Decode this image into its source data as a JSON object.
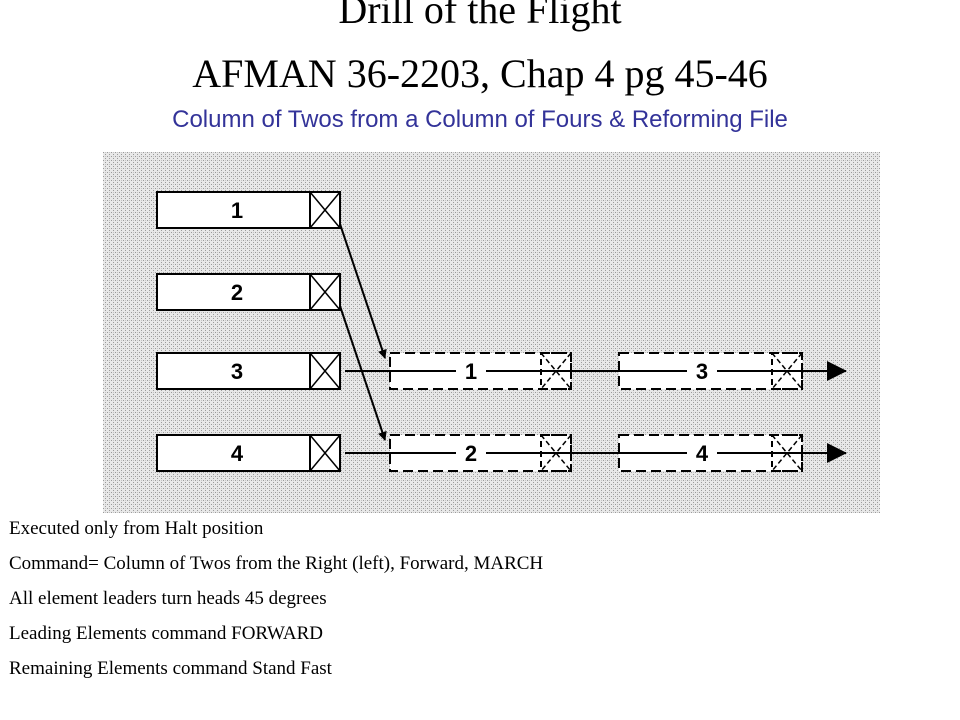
{
  "slide": {
    "title_line1": "Drill of the Flight",
    "title_line2": "AFMAN 36-2203, Chap 4 pg 45-46",
    "subtitle": "Column of Twos from a Column of Fours & Reforming File",
    "subtitle_color": "#333399"
  },
  "diagram": {
    "background_pattern": "gray-stipple",
    "left_elements": [
      {
        "label": "1"
      },
      {
        "label": "2"
      },
      {
        "label": "3"
      },
      {
        "label": "4"
      }
    ],
    "top_row": [
      {
        "label": "1"
      },
      {
        "label": "3"
      }
    ],
    "bottom_row": [
      {
        "label": "2"
      },
      {
        "label": "4"
      }
    ]
  },
  "bullets": [
    "Executed only from Halt position",
    "Command= Column of Twos from the Right (left), Forward, MARCH",
    "All element leaders turn heads 45 degrees",
    "Leading Elements command FORWARD",
    "Remaining Elements command Stand Fast"
  ]
}
